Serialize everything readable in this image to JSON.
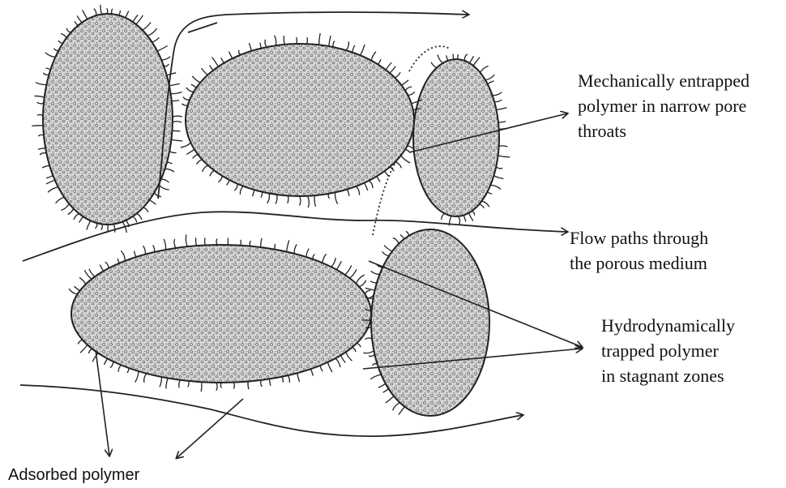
{
  "labels": {
    "mechanical": [
      "Mechanically entrapped",
      "polymer in narrow pore",
      "throats"
    ],
    "flow": [
      "Flow paths through",
      "the porous medium"
    ],
    "hydrodynamic": [
      "Hydrodynamically",
      "trapped polymer",
      "in stagnant zones"
    ],
    "adsorbed": "Adsorbed polymer"
  },
  "colors": {
    "line": "#222222",
    "grain_fill": "#cfcfcf",
    "grain_speckle": "#7a7a7a",
    "background": "#ffffff"
  }
}
